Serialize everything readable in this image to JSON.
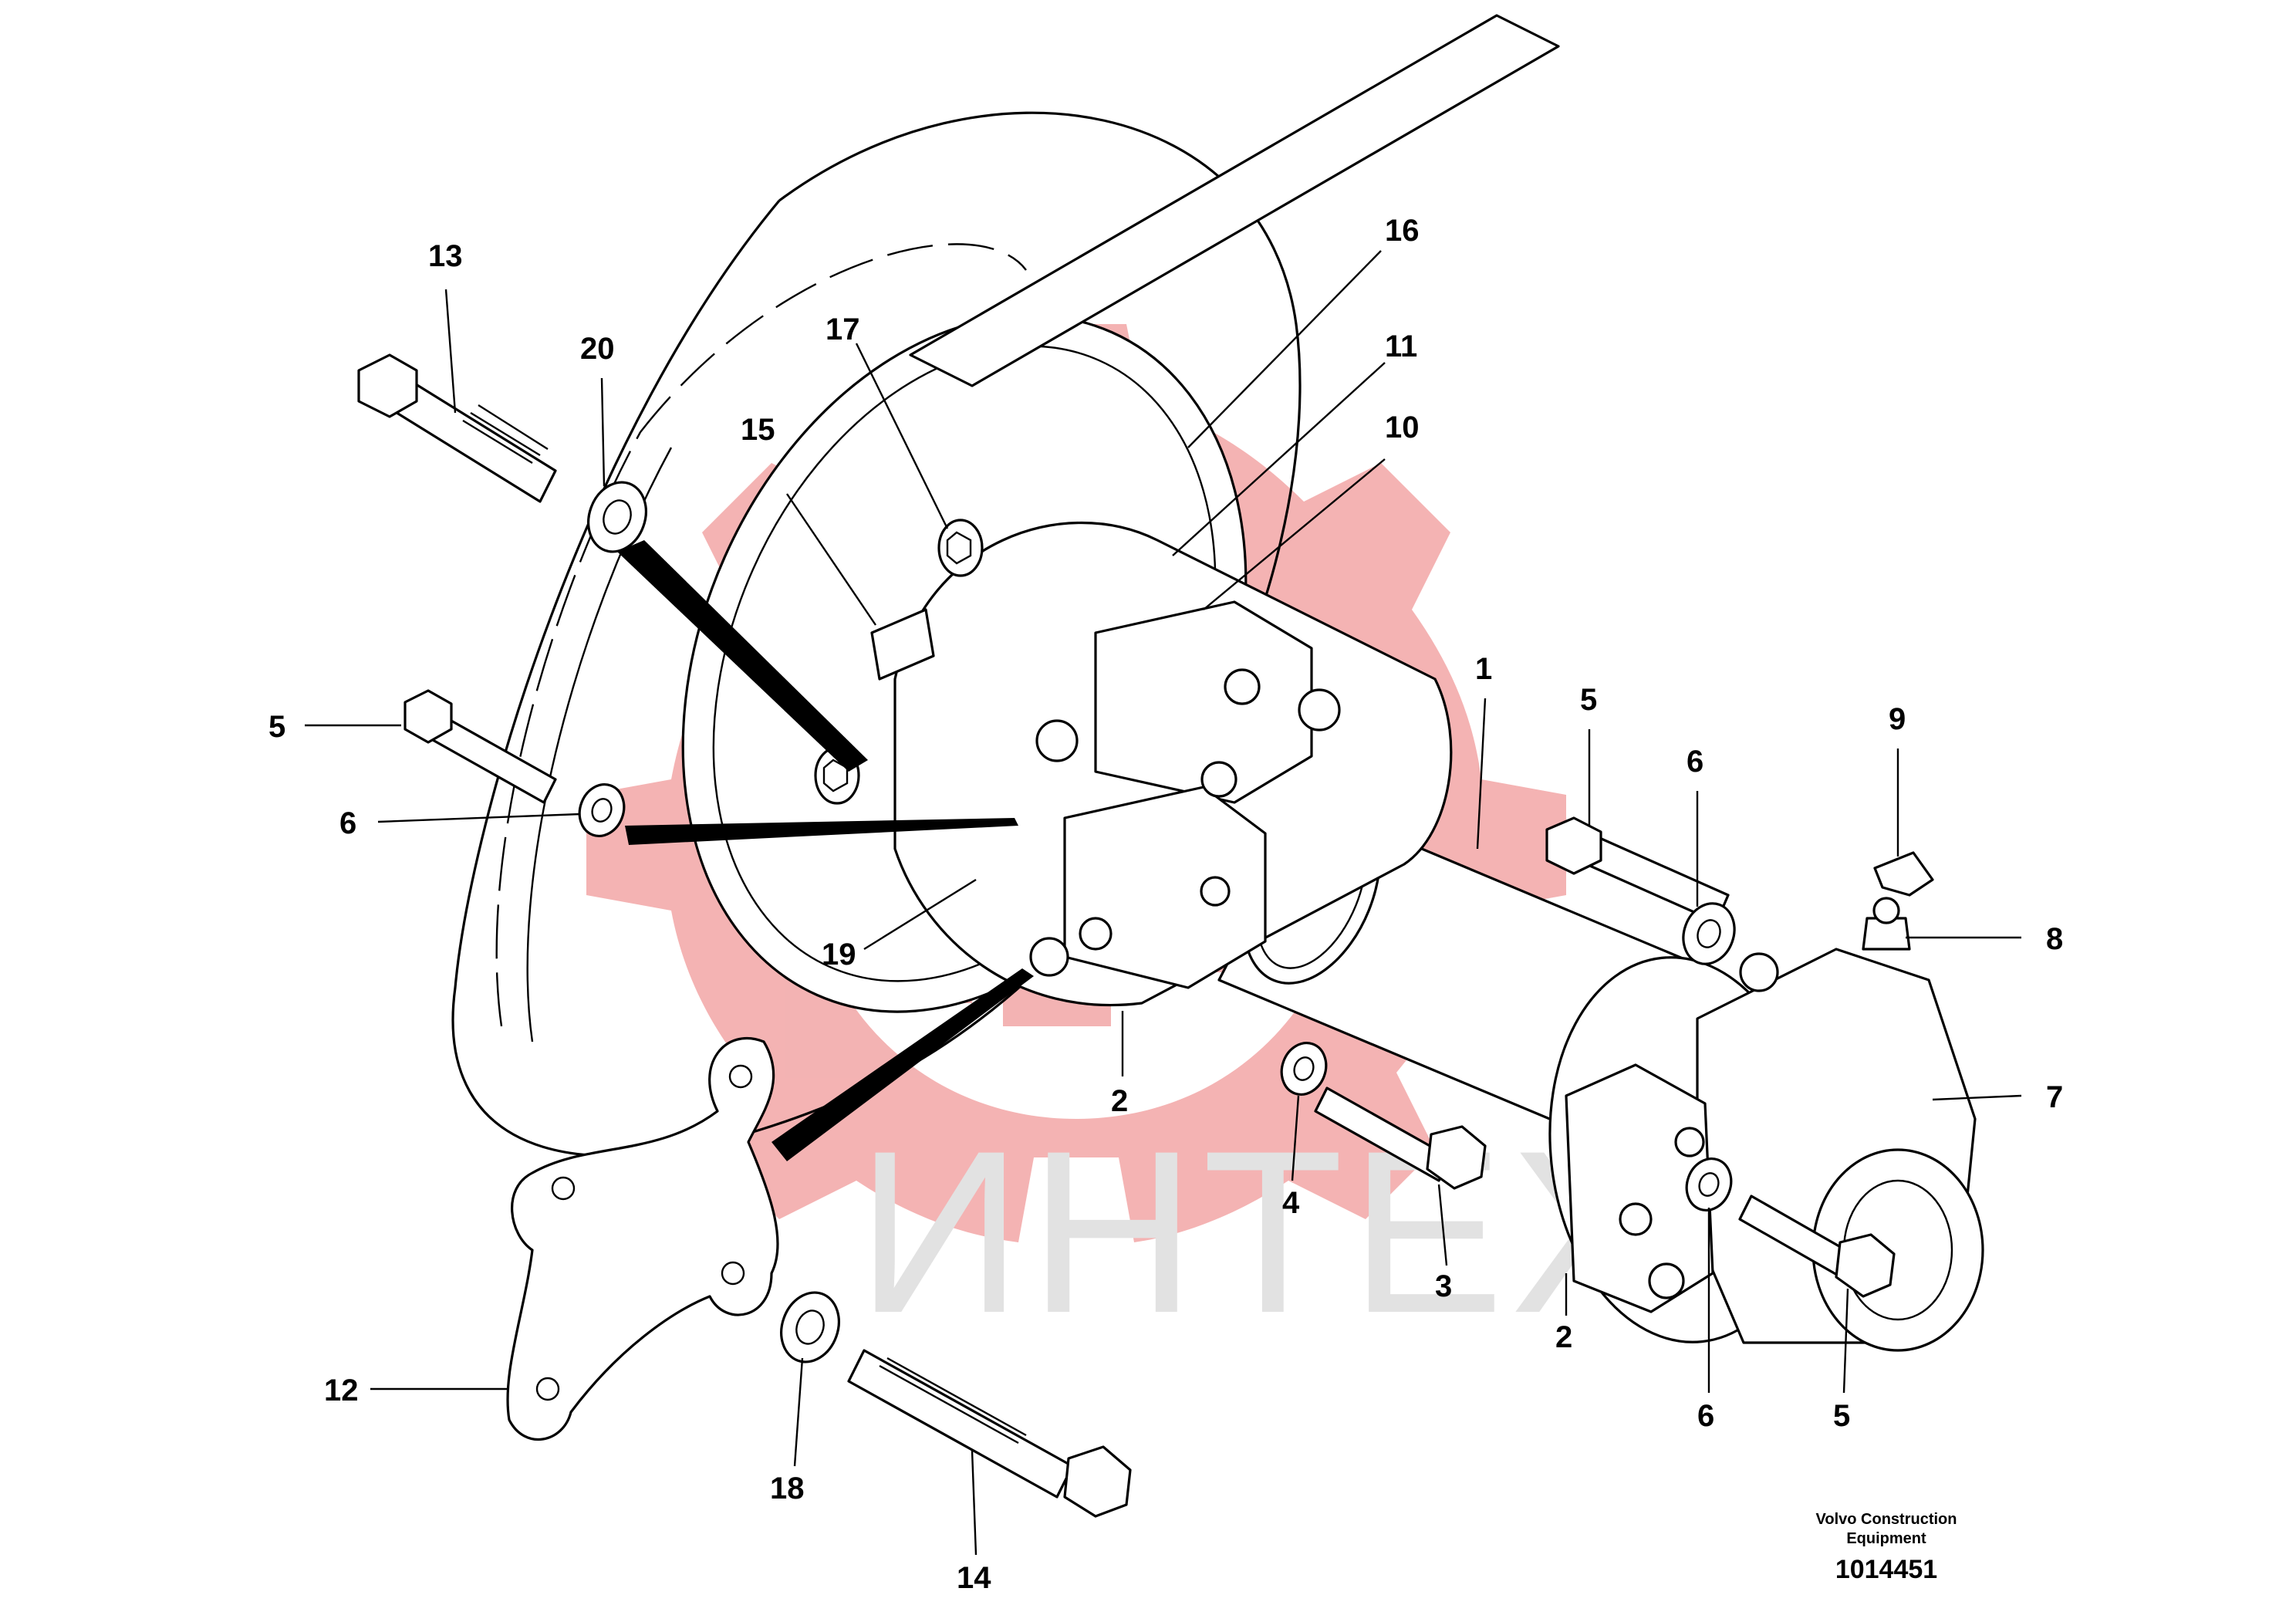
{
  "watermark": {
    "text": "ИНТЕХ",
    "gear_color": "#f2a6a6"
  },
  "callouts": [
    {
      "id": "c1",
      "label": "1"
    },
    {
      "id": "c2a",
      "label": "2"
    },
    {
      "id": "c2b",
      "label": "2"
    },
    {
      "id": "c3",
      "label": "3"
    },
    {
      "id": "c4",
      "label": "4"
    },
    {
      "id": "c5a",
      "label": "5"
    },
    {
      "id": "c5b",
      "label": "5"
    },
    {
      "id": "c5c",
      "label": "5"
    },
    {
      "id": "c6a",
      "label": "6"
    },
    {
      "id": "c6b",
      "label": "6"
    },
    {
      "id": "c6c",
      "label": "6"
    },
    {
      "id": "c7",
      "label": "7"
    },
    {
      "id": "c8",
      "label": "8"
    },
    {
      "id": "c9",
      "label": "9"
    },
    {
      "id": "c10",
      "label": "10"
    },
    {
      "id": "c11",
      "label": "11"
    },
    {
      "id": "c12",
      "label": "12"
    },
    {
      "id": "c13",
      "label": "13"
    },
    {
      "id": "c14",
      "label": "14"
    },
    {
      "id": "c15",
      "label": "15"
    },
    {
      "id": "c16",
      "label": "16"
    },
    {
      "id": "c17",
      "label": "17"
    },
    {
      "id": "c18",
      "label": "18"
    },
    {
      "id": "c19",
      "label": "19"
    },
    {
      "id": "c20",
      "label": "20"
    }
  ],
  "footer": {
    "credit_line1": "Volvo Construction",
    "credit_line2": "Equipment",
    "doc_number": "1014451"
  }
}
